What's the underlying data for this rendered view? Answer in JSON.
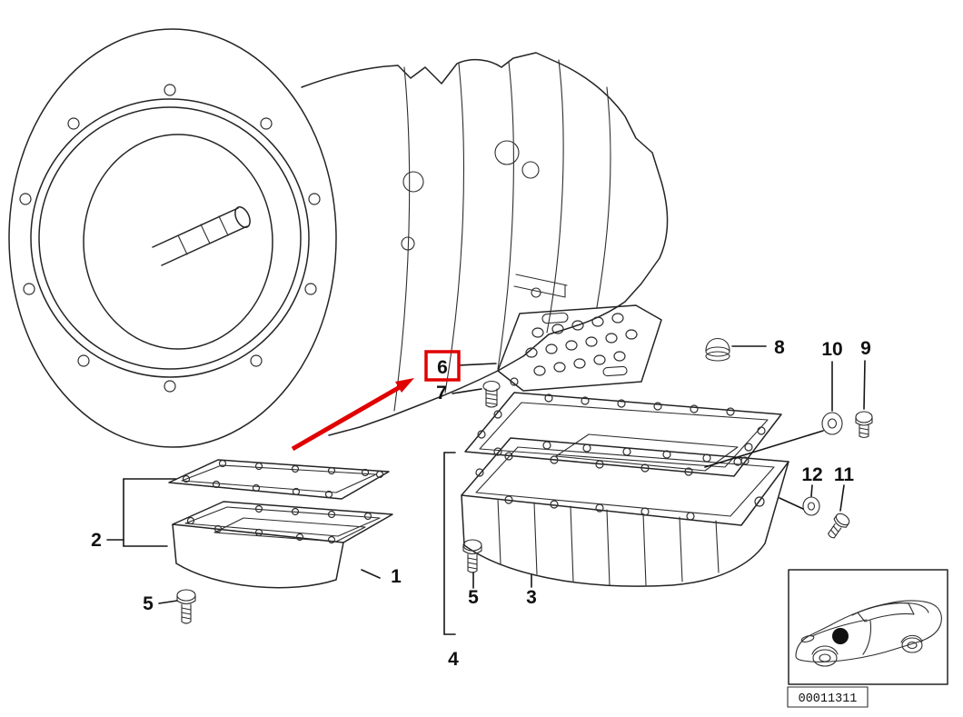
{
  "diagram": {
    "code": "00011311",
    "line_color": "#242424",
    "highlight_color": "#e10000",
    "highlighted_part": "6"
  },
  "parts": {
    "p1": {
      "label": "1"
    },
    "p2": {
      "label": "2"
    },
    "p3": {
      "label": "3"
    },
    "p4": {
      "label": "4"
    },
    "p5_left": {
      "label": "5"
    },
    "p5_right": {
      "label": "5"
    },
    "p6": {
      "label": "6"
    },
    "p7": {
      "label": "7"
    },
    "p8": {
      "label": "8"
    },
    "p9": {
      "label": "9"
    },
    "p10": {
      "label": "10"
    },
    "p11": {
      "label": "11"
    },
    "p12": {
      "label": "12"
    }
  }
}
